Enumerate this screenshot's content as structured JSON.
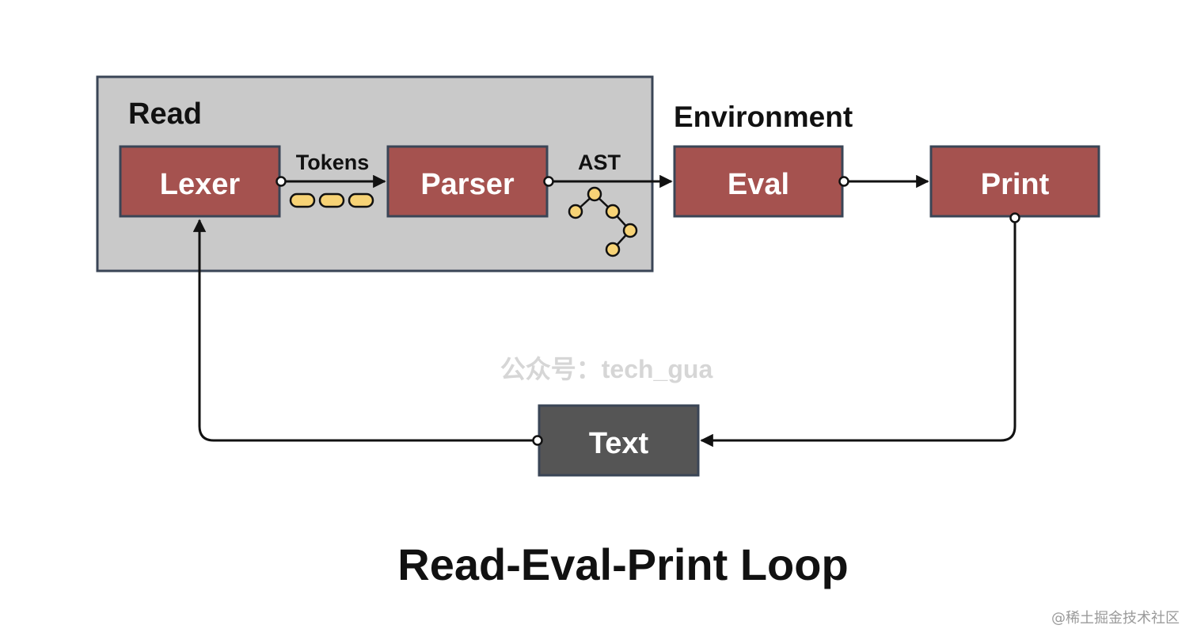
{
  "diagram": {
    "read_group_label": "Read",
    "environment_label": "Environment",
    "nodes": {
      "lexer": "Lexer",
      "parser": "Parser",
      "eval": "Eval",
      "print": "Print",
      "text": "Text"
    },
    "edge_labels": {
      "tokens": "Tokens",
      "ast": "AST"
    },
    "title": "Read-Eval-Print Loop"
  },
  "watermarks": {
    "center": "公众号：tech_gua",
    "corner": "@稀土掘金技术社区"
  },
  "colors": {
    "stage_fill": "#a5524f",
    "stage_stroke": "#3a4556",
    "read_group_fill": "#c9c9c9",
    "text_box_fill": "#555555",
    "token_fill": "#f7d376",
    "line": "#111111",
    "watermark": "#d6d6d6"
  }
}
